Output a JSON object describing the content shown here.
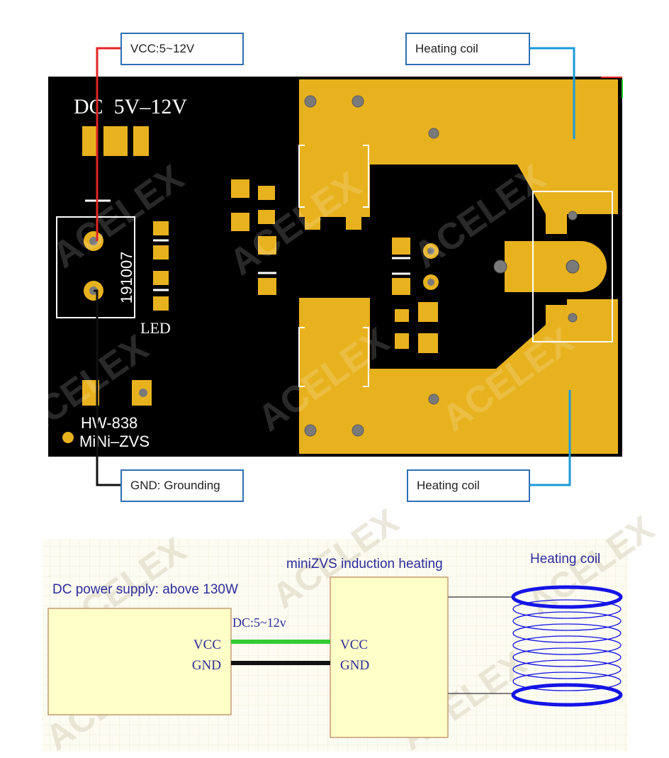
{
  "colors": {
    "board": "#000000",
    "copper": "#e8b21f",
    "silk": "#ffffff",
    "vcc_wire": "#e32424",
    "gnd_wire": "#111111",
    "coil_wire": "#1a9ad8",
    "callout_border": "#2e6fb5",
    "schematic_bg": "#fdfcf2",
    "block_fill": "#ffffc8",
    "block_border": "#c59a74",
    "schem_text": "#2c2c9c",
    "supply_line": "#33cc33",
    "coil": "#1414e6"
  },
  "watermark": "ACELEX",
  "board": {
    "label_dc": "DC  5V–12V",
    "label_code": "191007",
    "label_led": "LED",
    "label_model": "HW-838",
    "label_name": "MiNi–ZVS"
  },
  "callouts": {
    "vcc": "VCC:5~12V",
    "gnd": "GND: Grounding",
    "coil_top": "Heating coil",
    "coil_bottom": "Heating coil"
  },
  "schematic": {
    "supply_title": "DC power supply: above 130W",
    "zvs_title": "miniZVS induction heating",
    "coil_title": "Heating coil",
    "wire_label": "DC:5~12v",
    "supply_vcc": "VCC",
    "supply_gnd": "GND",
    "zvs_vcc": "VCC",
    "zvs_gnd": "GND"
  }
}
